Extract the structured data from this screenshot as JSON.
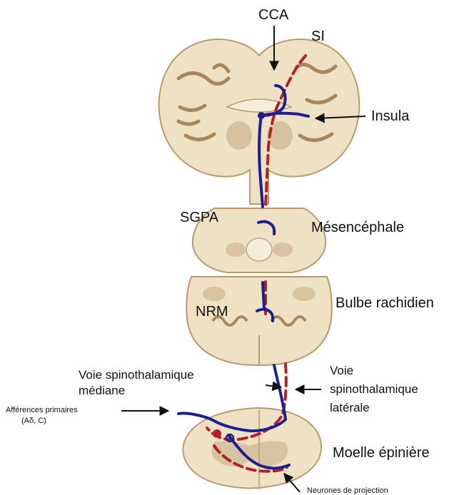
{
  "labels": {
    "cca": "CCA",
    "si": "SI",
    "insula": "Insula",
    "sgpa": "SGPA",
    "mesencephale": "Mésencéphale",
    "nrm": "NRM",
    "bulbe": "Bulbe rachidien",
    "voie_mediane_1": "Voie spinothalamique",
    "voie_mediane_2": "médiane",
    "voie_laterale_1": "Voie",
    "voie_laterale_2": "spinothalamique",
    "voie_laterale_3": "latérale",
    "afferences_1": "Afférences primaires",
    "afferences_2": "(Aδ, C)",
    "moelle": "Moelle épinière",
    "neurones": "Neurones de projection"
  },
  "colors": {
    "median_pathway": "#1c1f8f",
    "lateral_pathway": "#b3202a",
    "tissue": "#f1e6cc",
    "grey_matter": "#c9ad88",
    "arrow": "#111111"
  }
}
